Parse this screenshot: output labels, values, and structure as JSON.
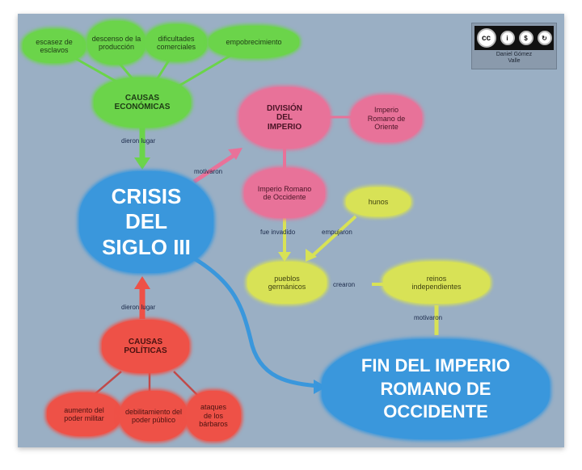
{
  "diagram": {
    "type": "concept-map",
    "language": "es",
    "colors": {
      "background": "#9aafc4",
      "economic_causes": "#6bd44a",
      "division": "#e87299",
      "germanic": "#d8e256",
      "political_causes": "#ee5147",
      "central": "#3a97dc"
    },
    "license": {
      "badge_icons": [
        "cc",
        "by",
        "nc",
        "sa"
      ],
      "author_line1": "Daniel Gómez",
      "author_line2": "Valle"
    },
    "nodes": {
      "escasez": "escasez de esclavos",
      "descenso": "descenso de la producción",
      "dificultades": "dificultades comerciales",
      "empobrecimiento": "empobrecimiento",
      "causas_economicas": "CAUSAS ECONÓMICAS",
      "crisis": "CRISIS DEL SIGLO III",
      "division": "DIVISIÓN DEL IMPERIO",
      "oriente": "Imperio Romano de Oriente",
      "occidente": "Imperio Romano de Occidente",
      "hunos": "hunos",
      "pueblos": "pueblos germánicos",
      "reinos": "reinos independientes",
      "fin": "FIN DEL IMPERIO ROMANO DE OCCIDENTE",
      "causas_politicas": "CAUSAS POLÍTICAS",
      "aumento": "aumento del poder militar",
      "debilitamiento": "debilitamiento del poder público",
      "ataques": "ataques de los bárbaros"
    },
    "links": {
      "dieron_lugar_1": "dieron lugar",
      "motivaron_1": "motivaron",
      "fue_invadido": "fue invadido",
      "empujaron": "empujaron",
      "crearon": "crearon",
      "motivaron_2": "motivaron",
      "dieron_lugar_2": "dieron lugar"
    },
    "edges": [
      {
        "from": "escasez",
        "to": "causas_economicas"
      },
      {
        "from": "descenso",
        "to": "causas_economicas"
      },
      {
        "from": "dificultades",
        "to": "causas_economicas"
      },
      {
        "from": "empobrecimiento",
        "to": "causas_economicas"
      },
      {
        "from": "causas_economicas",
        "to": "crisis",
        "label": "dieron lugar"
      },
      {
        "from": "crisis",
        "to": "division",
        "label": "motivaron"
      },
      {
        "from": "division",
        "to": "oriente"
      },
      {
        "from": "division",
        "to": "occidente"
      },
      {
        "from": "occidente",
        "to": "pueblos",
        "label": "fue invadido"
      },
      {
        "from": "hunos",
        "to": "pueblos",
        "label": "empujaron"
      },
      {
        "from": "pueblos",
        "to": "reinos",
        "label": "crearon"
      },
      {
        "from": "reinos",
        "to": "fin",
        "label": "motivaron"
      },
      {
        "from": "crisis",
        "to": "fin"
      },
      {
        "from": "causas_politicas",
        "to": "crisis",
        "label": "dieron lugar"
      },
      {
        "from": "aumento",
        "to": "causas_politicas"
      },
      {
        "from": "debilitamiento",
        "to": "causas_politicas"
      },
      {
        "from": "ataques",
        "to": "causas_politicas"
      }
    ]
  }
}
